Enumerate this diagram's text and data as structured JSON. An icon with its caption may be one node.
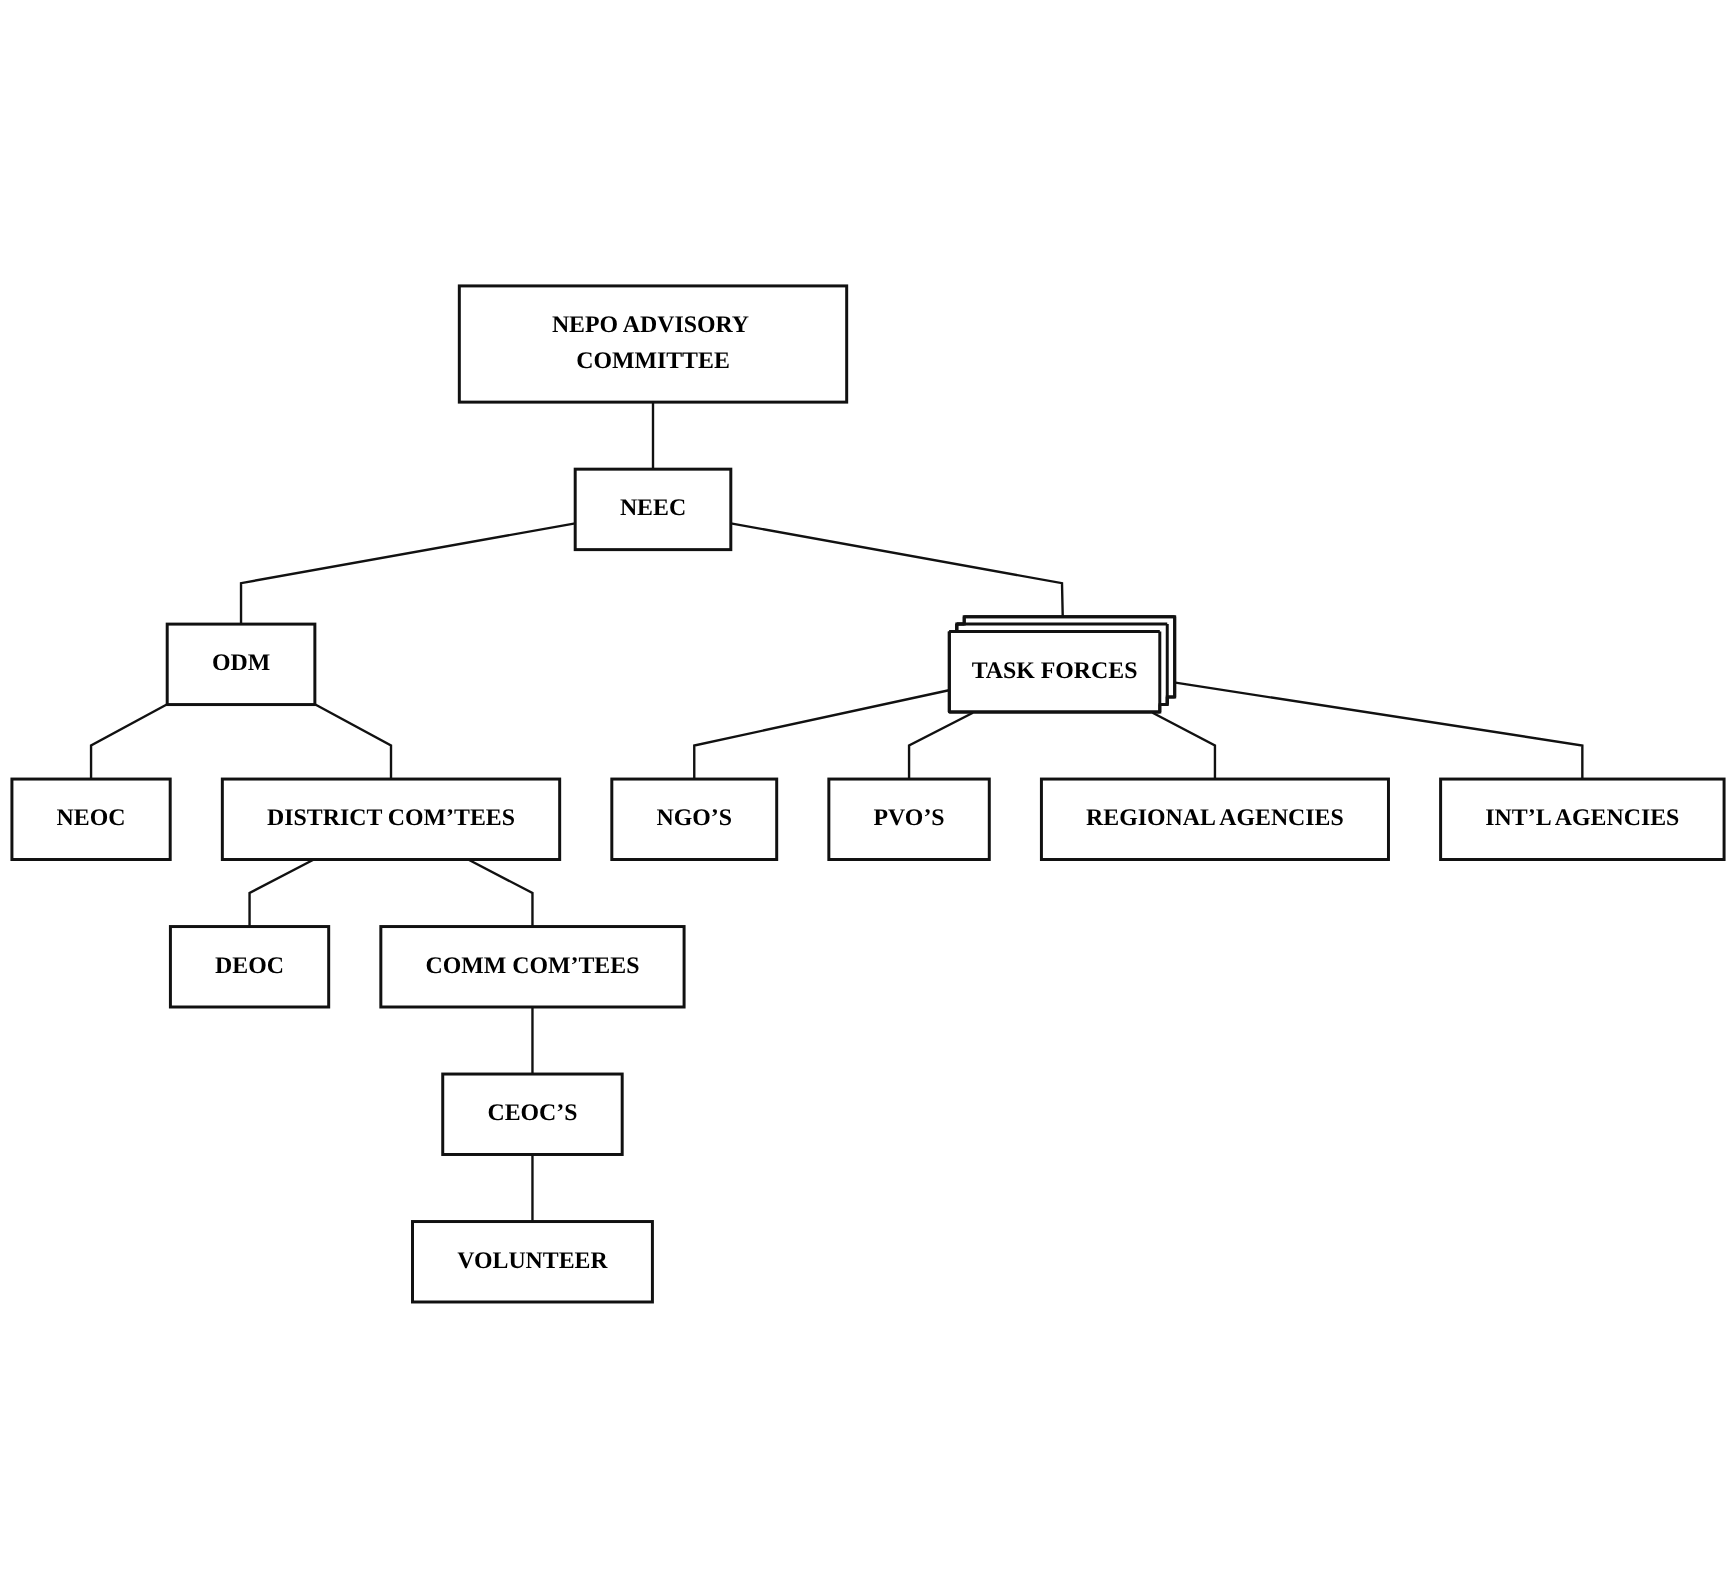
{
  "diagram": {
    "nodes": [
      {
        "text": [
          "NEPO ADVISORY COMMITTEE"
        ]
      },
      {
        "text": [
          "NEEC"
        ]
      },
      {
        "text": [
          "NEOC"
        ]
      },
      {
        "text": [
          "ODM"
        ]
      },
      {
        "text": [
          "TASK FORCES"
        ]
      },
      {
        "text": [
          "DEOC"
        ]
      },
      {
        "text": [
          "DISTRICT COM’TEES"
        ]
      },
      {
        "text": [
          "NGO’S"
        ]
      },
      {
        "text": [
          "PVO’S"
        ]
      },
      {
        "text": [
          "CEOC’S"
        ]
      },
      {
        "text": [
          "COMM COM’TEES"
        ]
      },
      {
        "text": [
          "REGIONAL AGENCIES"
        ]
      },
      {
        "text": [
          "INT’L AGENCIES"
        ]
      },
      {
        "text": [
          "VOLUNTEER"
        ]
      }
    ],
    "edges": [
      {
        "from": 0,
        "to": 1,
        "arrow": "none"
      },
      {
        "from": 1,
        "to": 4,
        "arrow": "none"
      },
      {
        "from": 1,
        "to": 3,
        "arrow": "none"
      },
      {
        "from": 3,
        "to": 2,
        "arrow": "none"
      },
      {
        "from": 3,
        "to": 6,
        "arrow": "none"
      },
      {
        "from": 6,
        "to": 5,
        "arrow": "none"
      },
      {
        "from": 6,
        "to": 10,
        "arrow": "none"
      },
      {
        "from": 10,
        "to": 9,
        "arrow": "none"
      },
      {
        "from": 9,
        "to": 13,
        "arrow": "none"
      },
      {
        "from": 4,
        "to": 7,
        "arrow": "none"
      },
      {
        "from": 4,
        "to": 8,
        "arrow": "none"
      },
      {
        "from": 4,
        "to": 11,
        "arrow": "none"
      },
      {
        "from": 4,
        "to": 12,
        "arrow": "none"
      }
    ]
  }
}
